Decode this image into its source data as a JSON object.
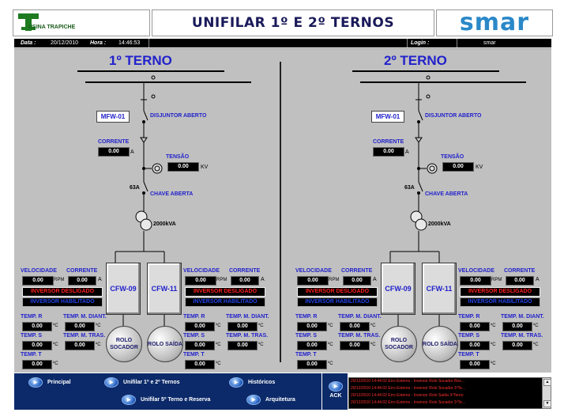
{
  "header": {
    "plant_name": "USINA TRAPICHE",
    "title": "UNIFILAR 1º E 2º TERNOS",
    "brand": "smar"
  },
  "statusbar": {
    "date_label": "Data :",
    "date_value": "20/12/2010",
    "time_label": "Hora :",
    "time_value": "14:46:53",
    "login_label": "Login :",
    "login_value": "smar"
  },
  "ternos": [
    {
      "title": "1º TERNO",
      "mfw": "MFW-01",
      "disjuntor": "DISJUNTOR ABERTO",
      "corrente_label": "CORRENTE",
      "corrente_value": "0.00",
      "corrente_unit": "A",
      "tensao_label": "TENSÃO",
      "tensao_value": "0.00",
      "tensao_unit": "KV",
      "fuse": "63A",
      "chave": "CHAVE ABERTA",
      "transformer": "2000kVA",
      "inv_left": {
        "cfw": "CFW-09",
        "vel_label": "VELOCIDADE",
        "vel_value": "0.00",
        "vel_unit": "RPM",
        "cor_label": "CORRENTE",
        "cor_value": "0.00",
        "cor_unit": "A",
        "status1": "INVERSOR DESLIGADO",
        "status2": "INVERSOR HABILITADO",
        "temp_r_label": "TEMP. R",
        "temp_r": "0.00",
        "temp_s_label": "TEMP. S",
        "temp_s": "0.00",
        "temp_t_label": "TEMP. T",
        "temp_t": "0.00",
        "diant_label": "TEMP. M. DIANT.",
        "diant": "0.00",
        "tras_label": "TEMP. M. TRAS.",
        "tras": "0.00",
        "unit_c": "ºC",
        "rolo": "ROLO SOCADOR"
      },
      "inv_right": {
        "cfw": "CFW-11",
        "vel_label": "VELOCIDADE",
        "vel_value": "0.00",
        "vel_unit": "RPM",
        "cor_label": "CORRENTE",
        "cor_value": "0.00",
        "cor_unit": "A",
        "status1": "INVERSOR DESLIGADO",
        "status2": "INVERSOR HABILITADO",
        "temp_r_label": "TEMP. R",
        "temp_r": "0.00",
        "temp_s_label": "TEMP. S",
        "temp_s": "0.00",
        "temp_t_label": "TEMP. T",
        "temp_t": "0.00",
        "diant_label": "TEMP. M. DIANT.",
        "diant": "0.00",
        "tras_label": "TEMP. M. TRAS.",
        "tras": "0.00",
        "unit_c": "ºC",
        "rolo": "ROLO SAÍDA"
      }
    },
    {
      "title": "2º TERNO",
      "mfw": "MFW-01",
      "disjuntor": "DISJUNTOR ABERTO",
      "corrente_label": "CORRENTE",
      "corrente_value": "0.00",
      "corrente_unit": "A",
      "tensao_label": "TENSÃO",
      "tensao_value": "0.00",
      "tensao_unit": "KV",
      "fuse": "63A",
      "chave": "CHAVE ABERTA",
      "transformer": "2000kVA",
      "inv_left": {
        "cfw": "CFW-09",
        "vel_label": "VELOCIDADE",
        "vel_value": "0.00",
        "vel_unit": "RPM",
        "cor_label": "CORRENTE",
        "cor_value": "0.00",
        "cor_unit": "A",
        "status1": "INVERSOR DESLIGADO",
        "status2": "INVERSOR HABILITADO",
        "temp_r_label": "TEMP. R",
        "temp_r": "0.00",
        "temp_s_label": "TEMP. S",
        "temp_s": "0.00",
        "temp_t_label": "TEMP. T",
        "temp_t": "0.00",
        "diant_label": "TEMP. M. DIANT.",
        "diant": "0.00",
        "tras_label": "TEMP. M. TRAS.",
        "tras": "0.00",
        "unit_c": "ºC",
        "rolo": "ROLO SOCADOR"
      },
      "inv_right": {
        "cfw": "CFW-11",
        "vel_label": "VELOCIDADE",
        "vel_value": "0.00",
        "vel_unit": "RPM",
        "cor_label": "CORRENTE",
        "cor_value": "0.00",
        "cor_unit": "A",
        "status1": "INVERSOR DESLIGADO",
        "status2": "INVERSOR HABILITADO",
        "temp_r_label": "TEMP. R",
        "temp_r": "0.00",
        "temp_s_label": "TEMP. S",
        "temp_s": "0.00",
        "temp_t_label": "TEMP. T",
        "temp_t": "0.00",
        "diant_label": "TEMP. M. DIANT.",
        "diant": "0.00",
        "tras_label": "TEMP. M. TRAS.",
        "tras": "0.00",
        "unit_c": "ºC",
        "rolo": "ROLO SAÍDA"
      }
    }
  ],
  "nav": {
    "principal": "Principal",
    "unifilar12": "Unifilar 1º e 2º Ternos",
    "historicos": "Históricos",
    "unifilar5": "Unifilar 5º Terno e Reserva",
    "arquitetura": "Arquitetura",
    "ack": "ACK"
  },
  "alarms": [
    "20/12/2010 14:44:02   Erro Externo - Inversor Rolo Socador Res...",
    "20/12/2010 14:44:02   Erro Externo - Inversor Rolo Socador 3ºTe...",
    "20/12/2010 14:44:02   Erro Externo - Inversor Rolo Saída 3ºTerno",
    "20/12/2010 14:44:02   Erro Externo - Inversor Rolo Socador 3ºTe..."
  ],
  "colors": {
    "title_blue": "#2222cc",
    "brand_blue": "#2a88c8",
    "panel_gray": "#c0c0c0",
    "nav_navy": "#0c2a6a",
    "alarm_red": "#ff3030"
  }
}
